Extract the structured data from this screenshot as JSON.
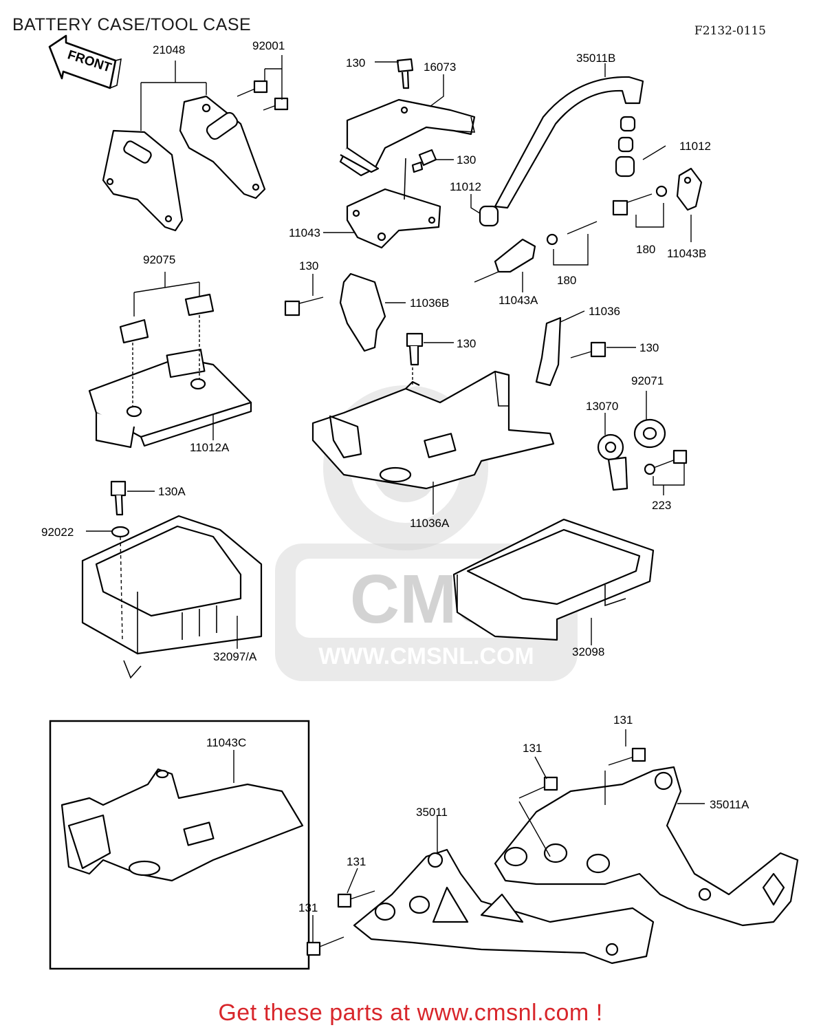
{
  "header": {
    "title": "BATTERY CASE/TOOL CASE",
    "figure_code": "F2132-0115"
  },
  "front_arrow": "FRONT",
  "watermark": {
    "logo": "CMS",
    "url": "WWW.CMSNL.COM"
  },
  "part_labels": {
    "p21048": "21048",
    "p92001": "92001",
    "p130_top": "130",
    "p16073": "16073",
    "p35011B": "35011B",
    "p130_b": "130",
    "p11012_a": "11012",
    "p11012_b": "11012",
    "p11043": "11043",
    "p180_a": "180",
    "p180_b": "180",
    "p11043B": "11043B",
    "p11043A": "11043A",
    "p92075": "92075",
    "p130_c": "130",
    "p11036B": "11036B",
    "p11036": "11036",
    "p130_d": "130",
    "p130_e": "130",
    "p92071": "92071",
    "p13070": "13070",
    "p11012A": "11012A",
    "p223": "223",
    "p11036A": "11036A",
    "p130A": "130A",
    "p92022": "92022",
    "p32097A": "32097/A",
    "p32098": "32098",
    "p11043C": "11043C",
    "p131_a": "131",
    "p131_b": "131",
    "p35011A": "35011A",
    "p35011": "35011",
    "p131_c": "131",
    "p131_d": "131"
  },
  "footer": {
    "cta": "Get these parts at www.cmsnl.com !"
  },
  "colors": {
    "cta": "#d8262b",
    "line": "#000000",
    "watermark": "#d4d4d4"
  }
}
